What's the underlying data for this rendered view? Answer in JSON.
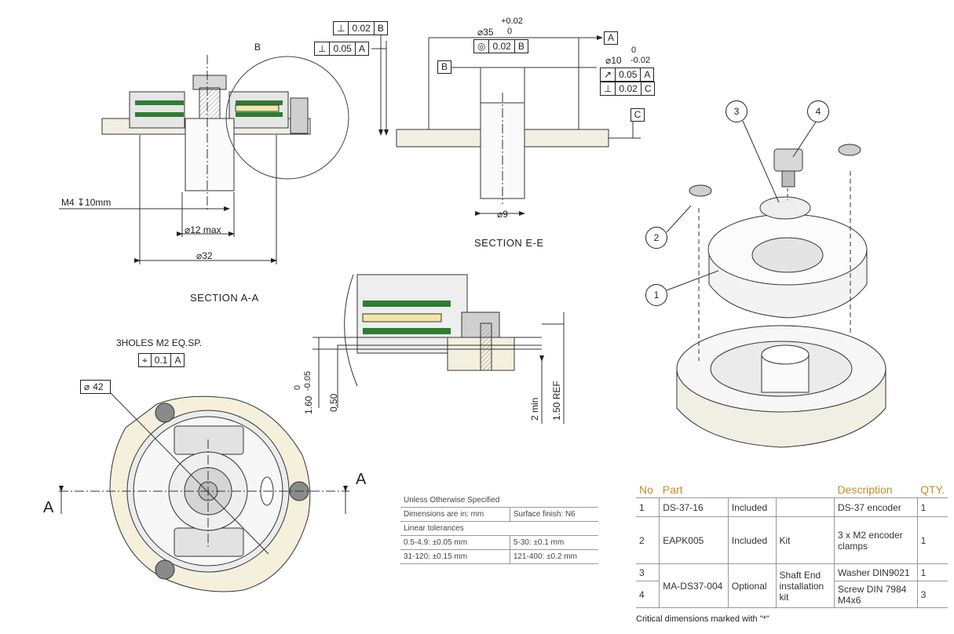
{
  "section_aa": {
    "detail_label": "B",
    "thread_note": "M4",
    "thread_depth": "10mm",
    "dia_12": "12 max",
    "dia_32": "32",
    "title": "SECTION A-A"
  },
  "section_ee": {
    "fcf_perp_b": {
      "value": "0.02",
      "datum": "B"
    },
    "fcf_perp_a": {
      "value": "0.05",
      "datum": "A"
    },
    "dia_35": "35",
    "tol_35_upper": "+0.02",
    "tol_35_lower": "0",
    "fcf_conc": {
      "value": "0.02",
      "datum": "B"
    },
    "datum_a": "A",
    "datum_b": "B",
    "datum_c": "C",
    "dia_10": "10",
    "tol_10_upper": "0",
    "tol_10_lower": "-0.02",
    "fcf_runout": {
      "value": "0.05",
      "datum": "A"
    },
    "fcf_perp_c": {
      "value": "0.02",
      "datum": "C"
    },
    "dia_9": "9",
    "title": "SECTION E-E"
  },
  "detail_b": {
    "dim_1": "1.60",
    "dim_1_tol_upper": "0",
    "dim_1_tol_lower": "-0.05",
    "dim_2": "0.50",
    "dim_3": "2 min",
    "dim_4": "1.50 REF"
  },
  "top_view": {
    "holes_note": "3HOLES M2 EQ.SP.",
    "fcf_pos": {
      "value": "0.1",
      "datum": "A"
    },
    "dia_42": "42",
    "section_left": "A",
    "section_right": "A"
  },
  "exploded": {
    "balloons": [
      "1",
      "2",
      "3",
      "4"
    ]
  },
  "spec_table": {
    "title": "Unless Otherwise Specified",
    "units": "Dimensions are in: mm",
    "finish": "Surface finish: N6",
    "linear": "Linear tolerances",
    "rows": [
      [
        "0.5-4.9:  ±0.05 mm",
        "5-30:  ±0.1 mm"
      ],
      [
        "31-120:  ±0.15 mm",
        "121-400:  ±0.2 mm"
      ]
    ]
  },
  "bom": {
    "headers": {
      "no": "No",
      "part": "Part",
      "description": "Description",
      "qty": "QTY."
    },
    "rows": [
      {
        "no": "1",
        "part": "DS-37-16",
        "inc": "Included",
        "kit": "",
        "desc": "DS-37 encoder",
        "qty": "1"
      },
      {
        "no": "2",
        "part": "EAPK005",
        "inc": "Included",
        "kit": "Kit",
        "desc": "3 x M2 encoder clamps",
        "qty": "1"
      },
      {
        "no": "3",
        "part": "MA-DS37-004",
        "inc": "Optional",
        "kit": "Shaft End installation kit",
        "desc": "Washer DIN9021",
        "qty": "1"
      },
      {
        "no": "4",
        "part": "",
        "inc": "",
        "kit": "",
        "desc": "Screw DIN 7984 M4x6",
        "qty": "3"
      }
    ],
    "note": "Critical dimensions marked with \"*\""
  }
}
